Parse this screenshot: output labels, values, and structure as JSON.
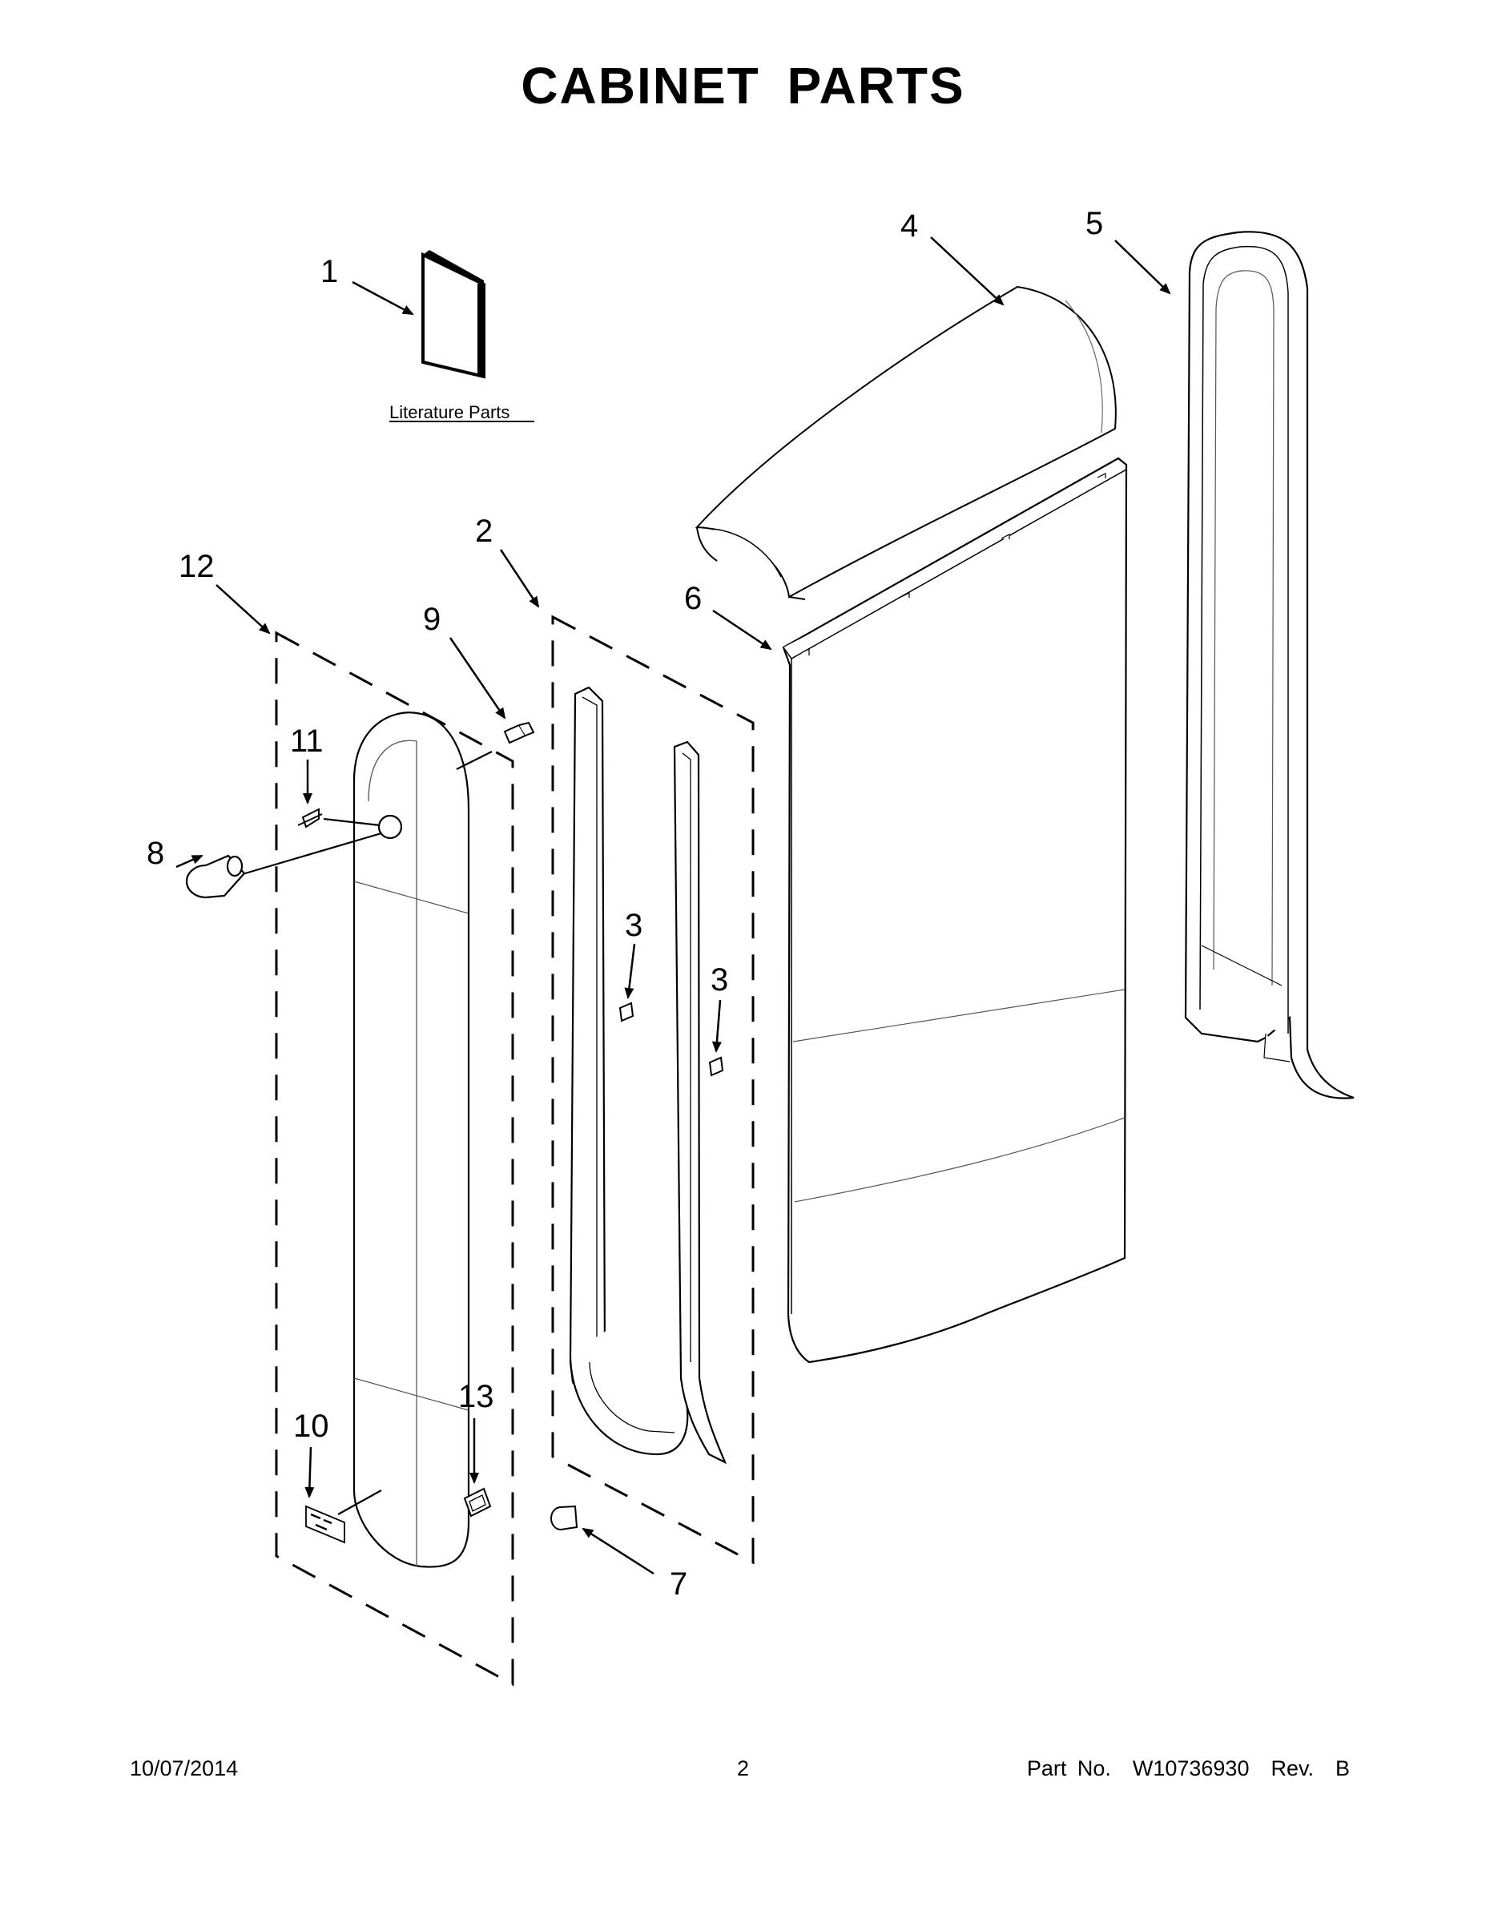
{
  "page": {
    "title": "CABINET PARTS",
    "date": "10/07/2014",
    "page_number": "2",
    "part_number": "Part No.  W10736930  Rev.  B"
  },
  "literature": {
    "label": "Literature Parts"
  },
  "callouts": {
    "c1": "1",
    "c2": "2",
    "c3a": "3",
    "c3b": "3",
    "c4": "4",
    "c5": "5",
    "c6": "6",
    "c7": "7",
    "c8": "8",
    "c9": "9",
    "c10": "10",
    "c11": "11",
    "c12": "12",
    "c13": "13"
  }
}
